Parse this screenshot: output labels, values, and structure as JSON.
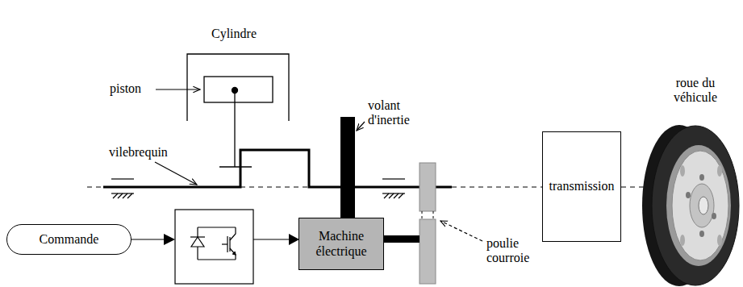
{
  "diagram": {
    "nodes": [
      {
        "text": [
          "transmission"
        ]
      },
      {
        "text": [
          "Commande"
        ]
      },
      {
        "text": [
          "Machine électrique"
        ]
      }
    ],
    "labels": [
      "Cylindre",
      "piston",
      "vilebrequin",
      "volant d'inertie",
      "roue du véhicule",
      "poulie courroie"
    ]
  }
}
